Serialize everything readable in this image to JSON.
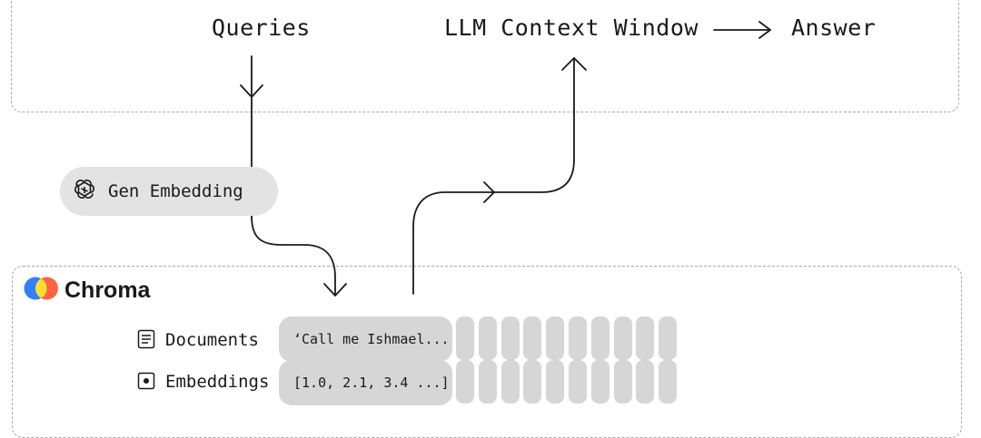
{
  "flow": {
    "queries_label": "Queries",
    "context_label": "LLM Context Window",
    "answer_label": "Answer"
  },
  "embedding": {
    "label": "Gen Embedding",
    "icon": "openai-icon"
  },
  "chroma": {
    "title": "Chroma",
    "logo_colors": [
      "#ff6446",
      "#ffde2d",
      "#327eff"
    ],
    "rows": [
      {
        "icon": "document-icon",
        "label": "Documents",
        "value": "‘Call me Ishmael..."
      },
      {
        "icon": "embedding-icon",
        "label": "Embeddings",
        "value": "[1.0, 2.1, 3.4 ...]"
      }
    ]
  },
  "colors": {
    "dashed_border": "#a9a9a9",
    "pill_bg": "#e3e3e3",
    "cell_bg": "#d6d6d6",
    "text": "#1a1a1a"
  }
}
